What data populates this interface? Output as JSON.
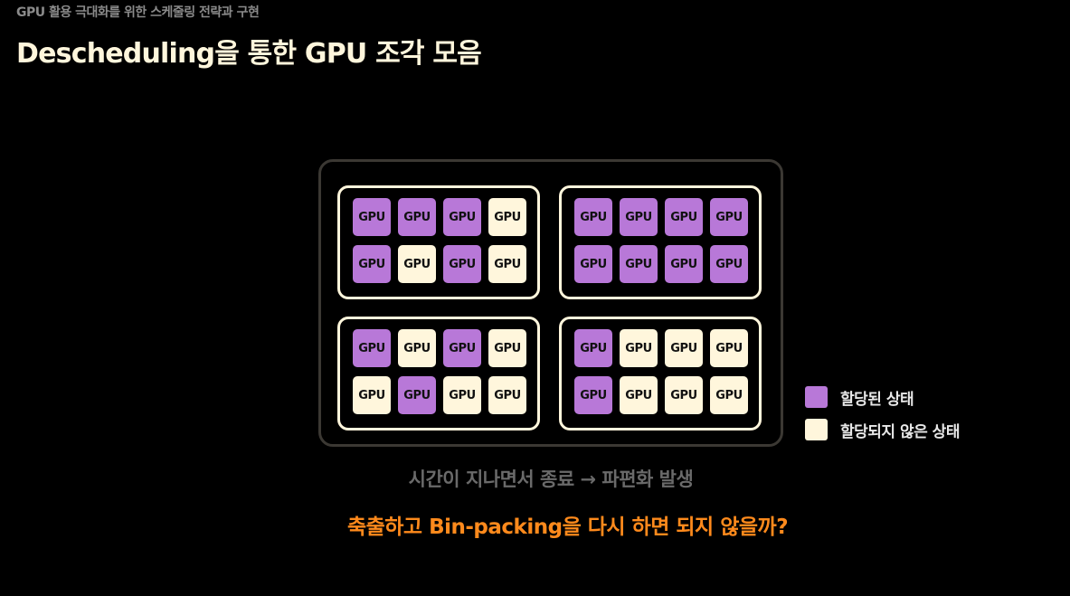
{
  "header": {
    "supertitle": "GPU 활용 극대화를 위한 스케줄링 전략과 구현",
    "title": "Descheduling을 통한 GPU 조각 모음"
  },
  "diagram": {
    "gpu_label": "GPU",
    "nodes": [
      {
        "gpus": [
          "allocated",
          "allocated",
          "allocated",
          "free",
          "allocated",
          "free",
          "allocated",
          "free"
        ]
      },
      {
        "gpus": [
          "allocated",
          "allocated",
          "allocated",
          "allocated",
          "allocated",
          "allocated",
          "allocated",
          "allocated"
        ]
      },
      {
        "gpus": [
          "allocated",
          "free",
          "allocated",
          "free",
          "free",
          "allocated",
          "free",
          "free"
        ]
      },
      {
        "gpus": [
          "allocated",
          "free",
          "free",
          "free",
          "allocated",
          "free",
          "free",
          "free"
        ]
      }
    ],
    "caption": "시간이 지나면서 종료 → 파편화 발생"
  },
  "legend": {
    "items": [
      {
        "label": "할당된 상태",
        "color": "#b878d8"
      },
      {
        "label": "할당되지 않은 상태",
        "color": "#fff6dc"
      }
    ]
  },
  "question": "축출하고 Bin-packing을 다시 하면 되지 않을까?"
}
